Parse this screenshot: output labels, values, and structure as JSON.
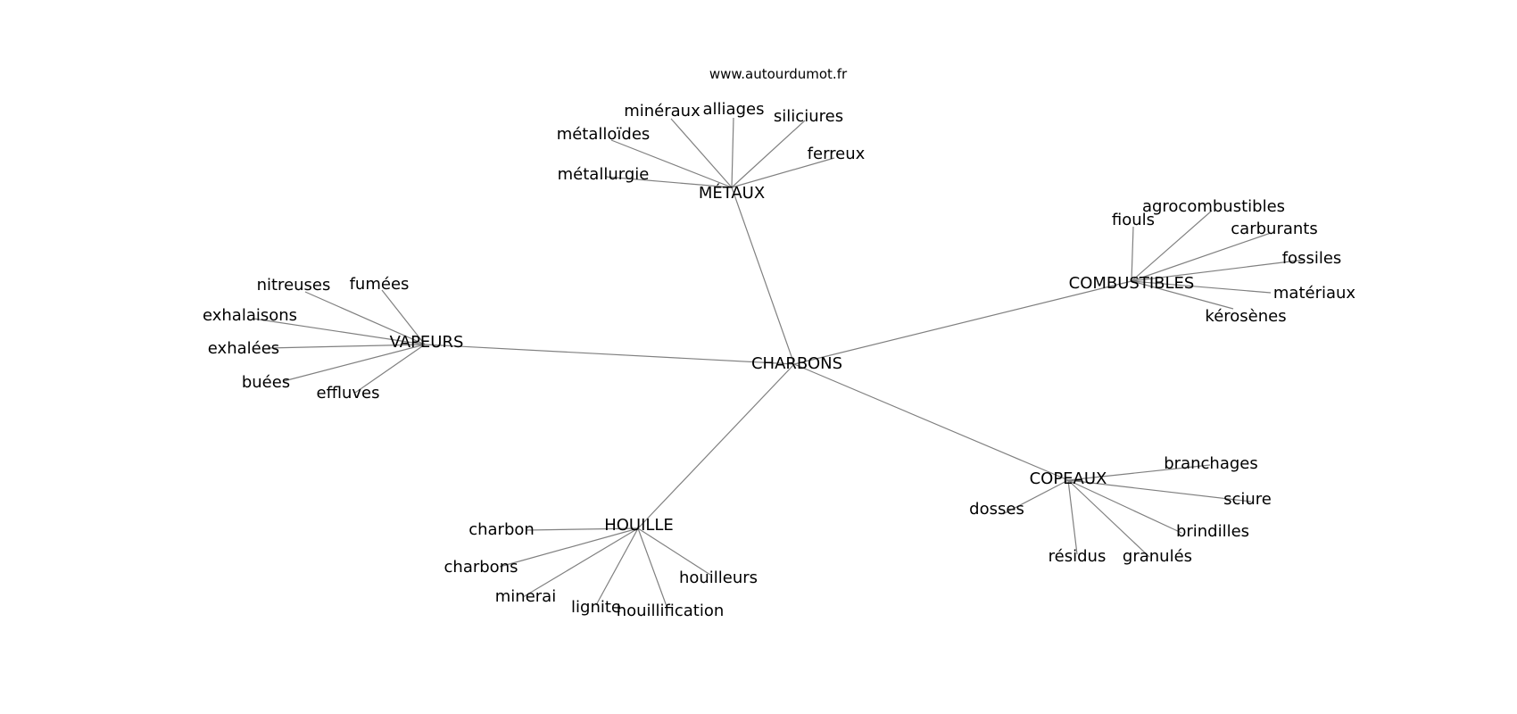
{
  "source": "www.autourdumot.fr",
  "center": "CHARBONS",
  "groups": [
    {
      "hub": "MÉTAUX",
      "leaves": [
        "minéraux",
        "alliages",
        "siliciures",
        "métalloïdes",
        "ferreux",
        "métallurgie"
      ]
    },
    {
      "hub": "COMBUSTIBLES",
      "leaves": [
        "agrocombustibles",
        "fiouls",
        "carburants",
        "fossiles",
        "matériaux",
        "kérosènes"
      ]
    },
    {
      "hub": "VAPEURS",
      "leaves": [
        "nitreuses",
        "fumées",
        "exhalaisons",
        "exhalées",
        "buées",
        "effluves"
      ]
    },
    {
      "hub": "COPEAUX",
      "leaves": [
        "branchages",
        "sciure",
        "brindilles",
        "granulés",
        "résidus",
        "dosses"
      ]
    },
    {
      "hub": "HOUILLE",
      "leaves": [
        "charbon",
        "charbons",
        "minerai",
        "lignite",
        "houillification",
        "houilleurs"
      ]
    }
  ]
}
